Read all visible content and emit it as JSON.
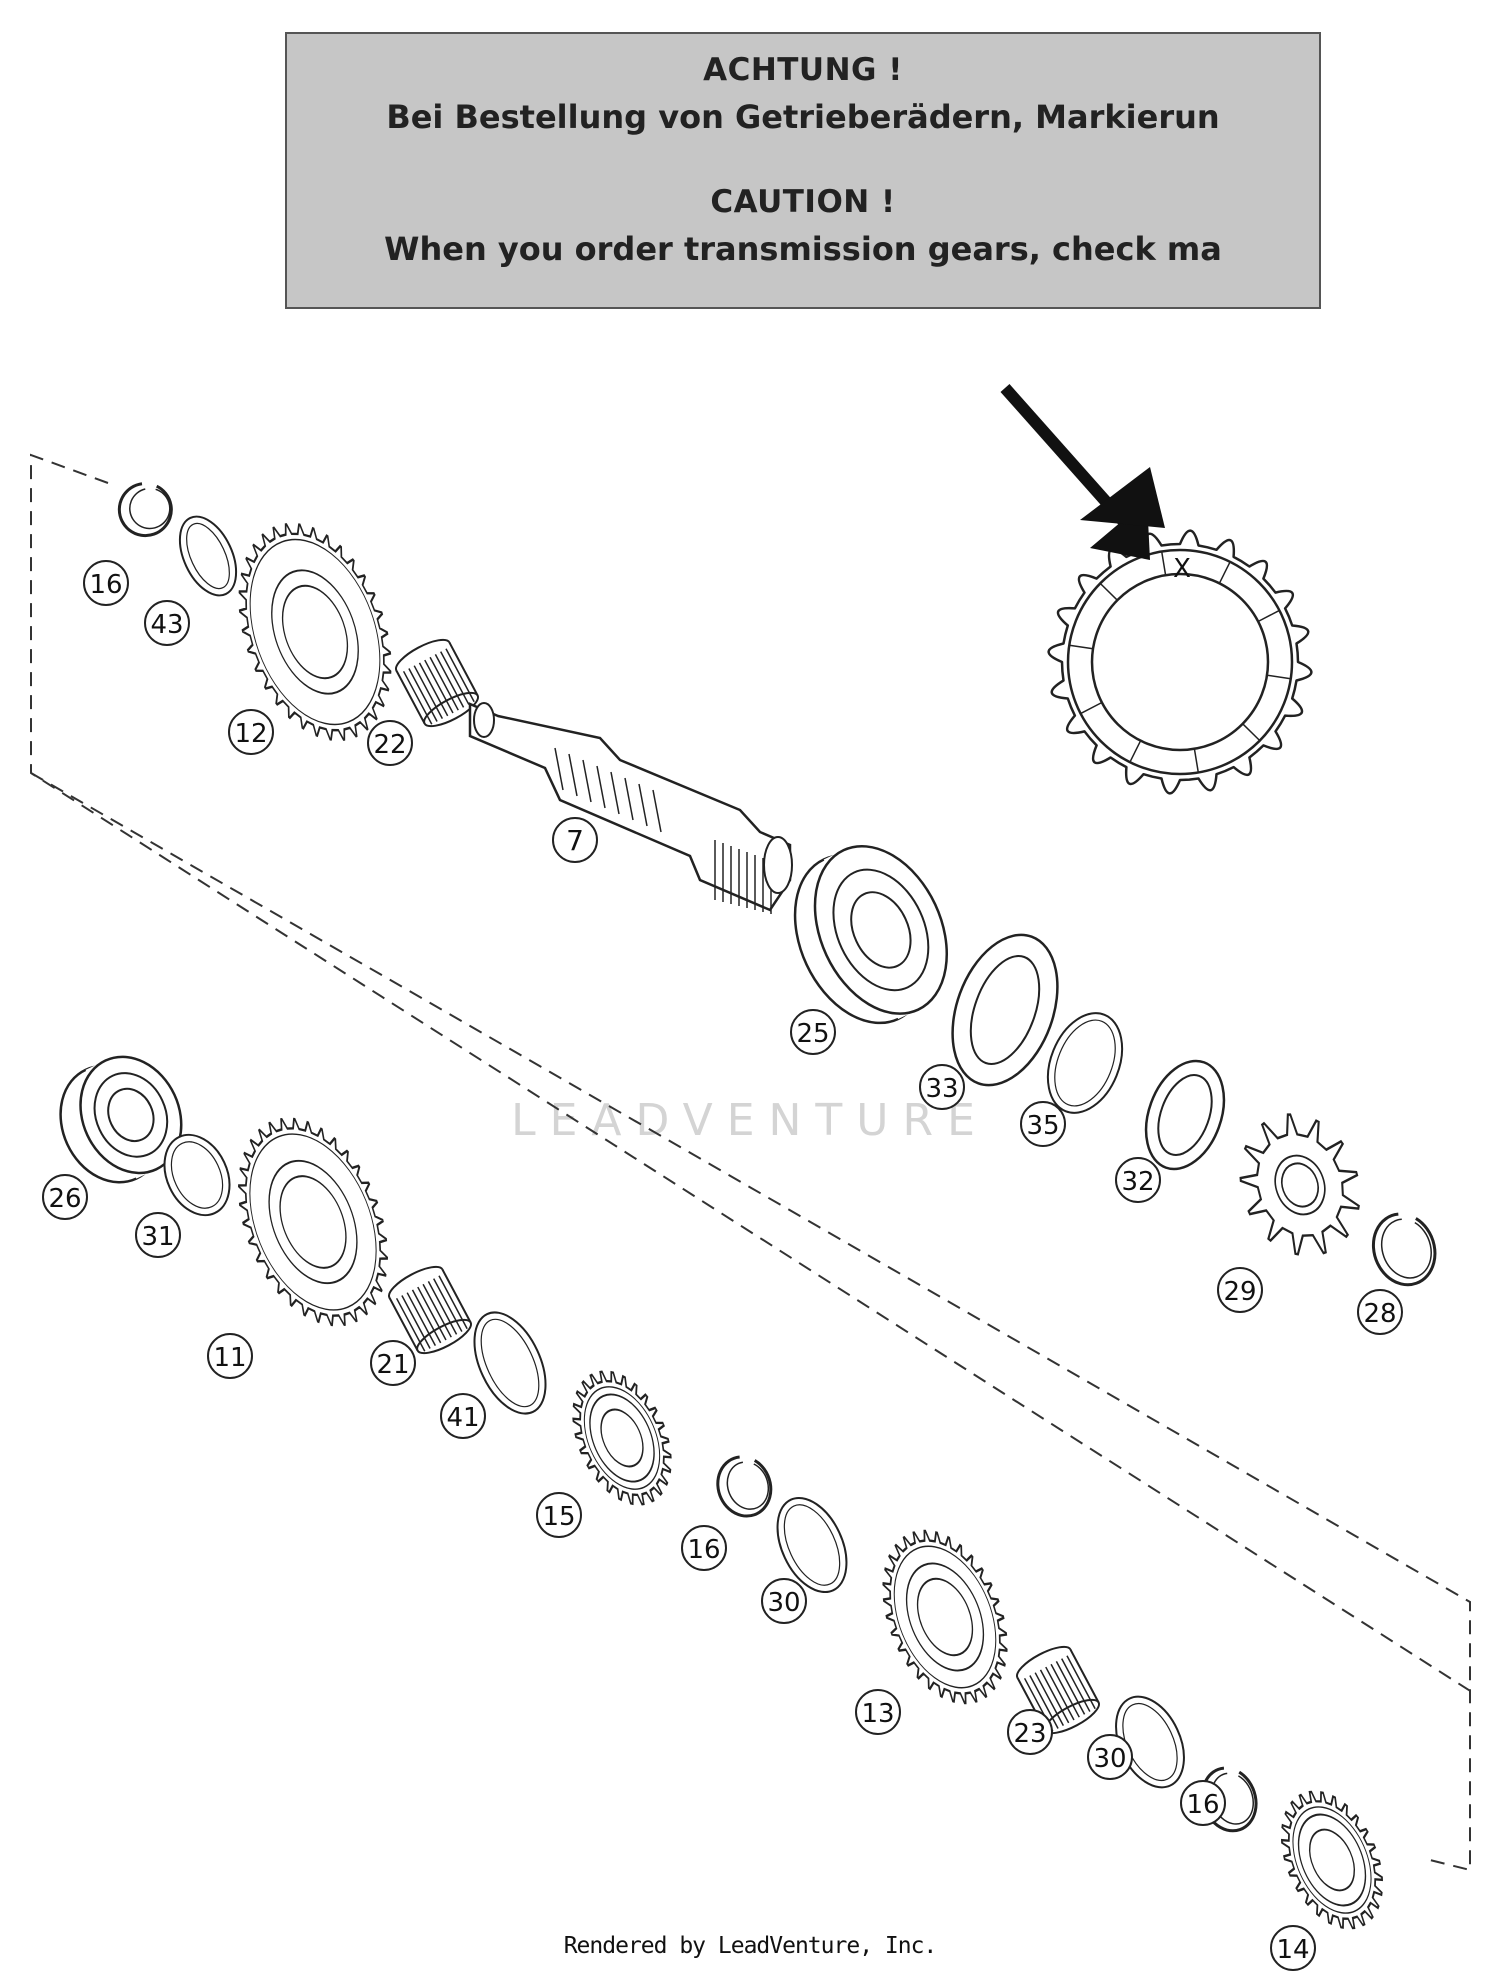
{
  "caution": {
    "de_title": "ACHTUNG !",
    "de_text": "Bei Bestellung von Getrieberädern, Markierun",
    "en_title": "CAUTION !",
    "en_text": "When you order transmission gears, check ma"
  },
  "detail_mark": "X",
  "watermark": "LEADVENTURE",
  "footer": "Rendered by LeadVenture, Inc.",
  "parts": [
    {
      "label": "16"
    },
    {
      "label": "43"
    },
    {
      "label": "12"
    },
    {
      "label": "22"
    },
    {
      "label": "7"
    },
    {
      "label": "25"
    },
    {
      "label": "33"
    },
    {
      "label": "35"
    },
    {
      "label": "32"
    },
    {
      "label": "29"
    },
    {
      "label": "28"
    },
    {
      "label": "26"
    },
    {
      "label": "31"
    },
    {
      "label": "11"
    },
    {
      "label": "21"
    },
    {
      "label": "41"
    },
    {
      "label": "15"
    },
    {
      "label": "16"
    },
    {
      "label": "30"
    },
    {
      "label": "13"
    },
    {
      "label": "23"
    },
    {
      "label": "30"
    },
    {
      "label": "16"
    },
    {
      "label": "14"
    }
  ]
}
